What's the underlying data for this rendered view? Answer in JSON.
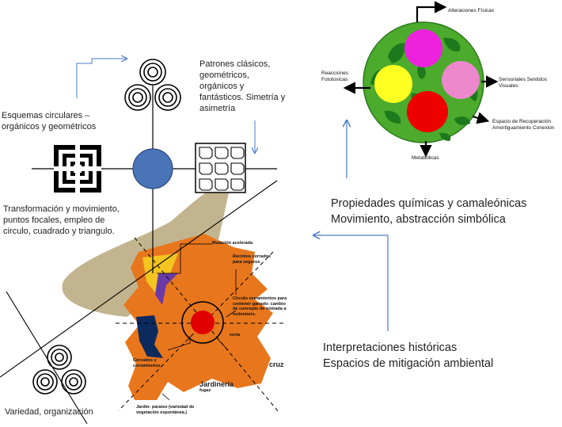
{
  "left_texts": {
    "esquemas": "Esquemas circulares – orgánicos y geométricos",
    "patrones": "Patrones clásicos, geométricos, orgánicos y fantásticos. Simetría y asimetría",
    "transformacion": "Transformación y movimiento, puntos focales, empleo de circulo, cuadrado y triangulo.",
    "variedad": "Variedad, organización"
  },
  "figure_labels": {
    "mutacion": "Mutación acelerada",
    "recintos": "Recintos cerrados para seguros",
    "circulo": "Circulo cerramientos para contener ganado: cambio de concepto de nómada a sedentario.",
    "recta": "recta",
    "cercados": "Cercados y cerramientos",
    "cruz": "cruz",
    "jardineria": "Jardinería",
    "fugaz": "fugaz",
    "jardin_paraiso": "Jardín- paraíso (variedad de vegetación espontánea.)"
  },
  "circle_labels": {
    "alteraciones": "Alteraciones Físicas",
    "reacciones": "Reacciones Fototoxicas",
    "sensoriales": "Sensoriales Sentidos Visuales",
    "espacio": "Espacio de Recuperación Amortiguamiento Conexión",
    "metabolicas": "Metabólicas"
  },
  "right_texts": {
    "propiedades_1": "Propiedades químicas y camaleónicas",
    "propiedades_2": "Movimiento, abstracción simbólica",
    "interpretaciones_1": "Interpretaciones históricas",
    "interpretaciones_2": "Espacios de mitigación ambiental"
  },
  "colors": {
    "arrow_blue": "#4a7bc8",
    "center_circle": "#4a74b8",
    "tan_blob": "#c2b48e",
    "orange_blob": "#e8761c",
    "red": "#e00000",
    "green_outer": "#4caa2c",
    "green_inner": "#1c7a1c",
    "magenta": "#ee22dd",
    "yellow": "#ffff22",
    "pink": "#ee88cc"
  }
}
